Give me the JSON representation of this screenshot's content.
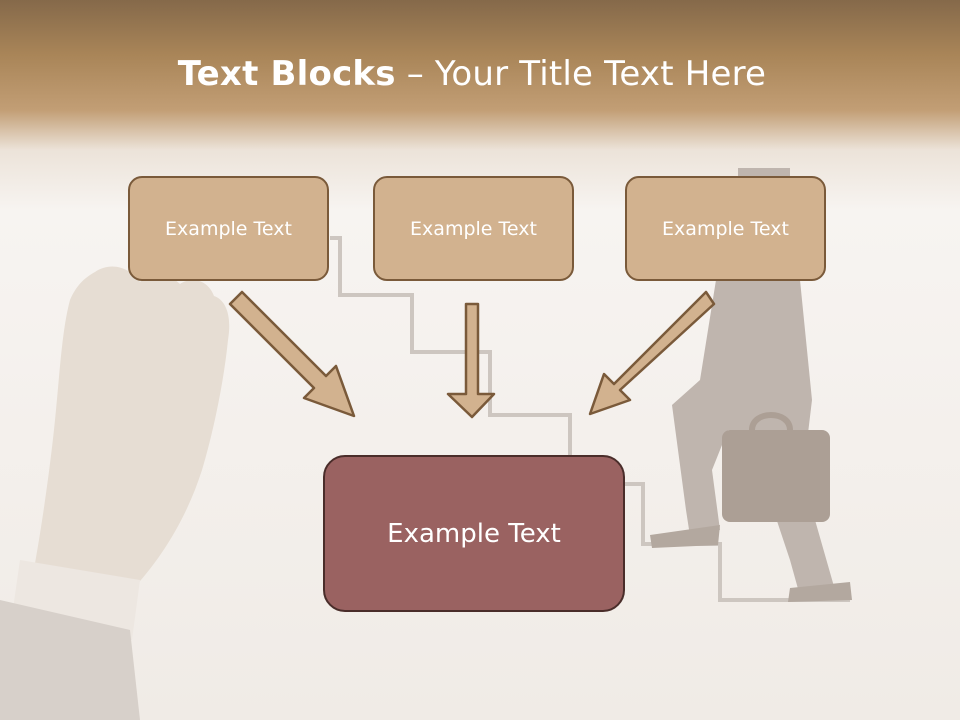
{
  "slide": {
    "title_bold": "Text Blocks",
    "title_dash": " – ",
    "title_rest": "Your Title Text Here"
  },
  "blocks": [
    {
      "label": "Example Text"
    },
    {
      "label": "Example Text"
    },
    {
      "label": "Example Text"
    }
  ],
  "main_block": {
    "label": "Example Text"
  },
  "colors": {
    "top_band": "#a98558",
    "box_fill": "#d2b28f",
    "box_border": "#7a5a3a",
    "main_fill": "#9a6261",
    "main_border": "#4a2d2a",
    "arrow_fill": "#d2b28f",
    "arrow_stroke": "#7a5a3a"
  },
  "icons": {
    "hand": "hand-illustration",
    "stairs": "stairs-illustration",
    "businessman": "businessman-illustration"
  }
}
